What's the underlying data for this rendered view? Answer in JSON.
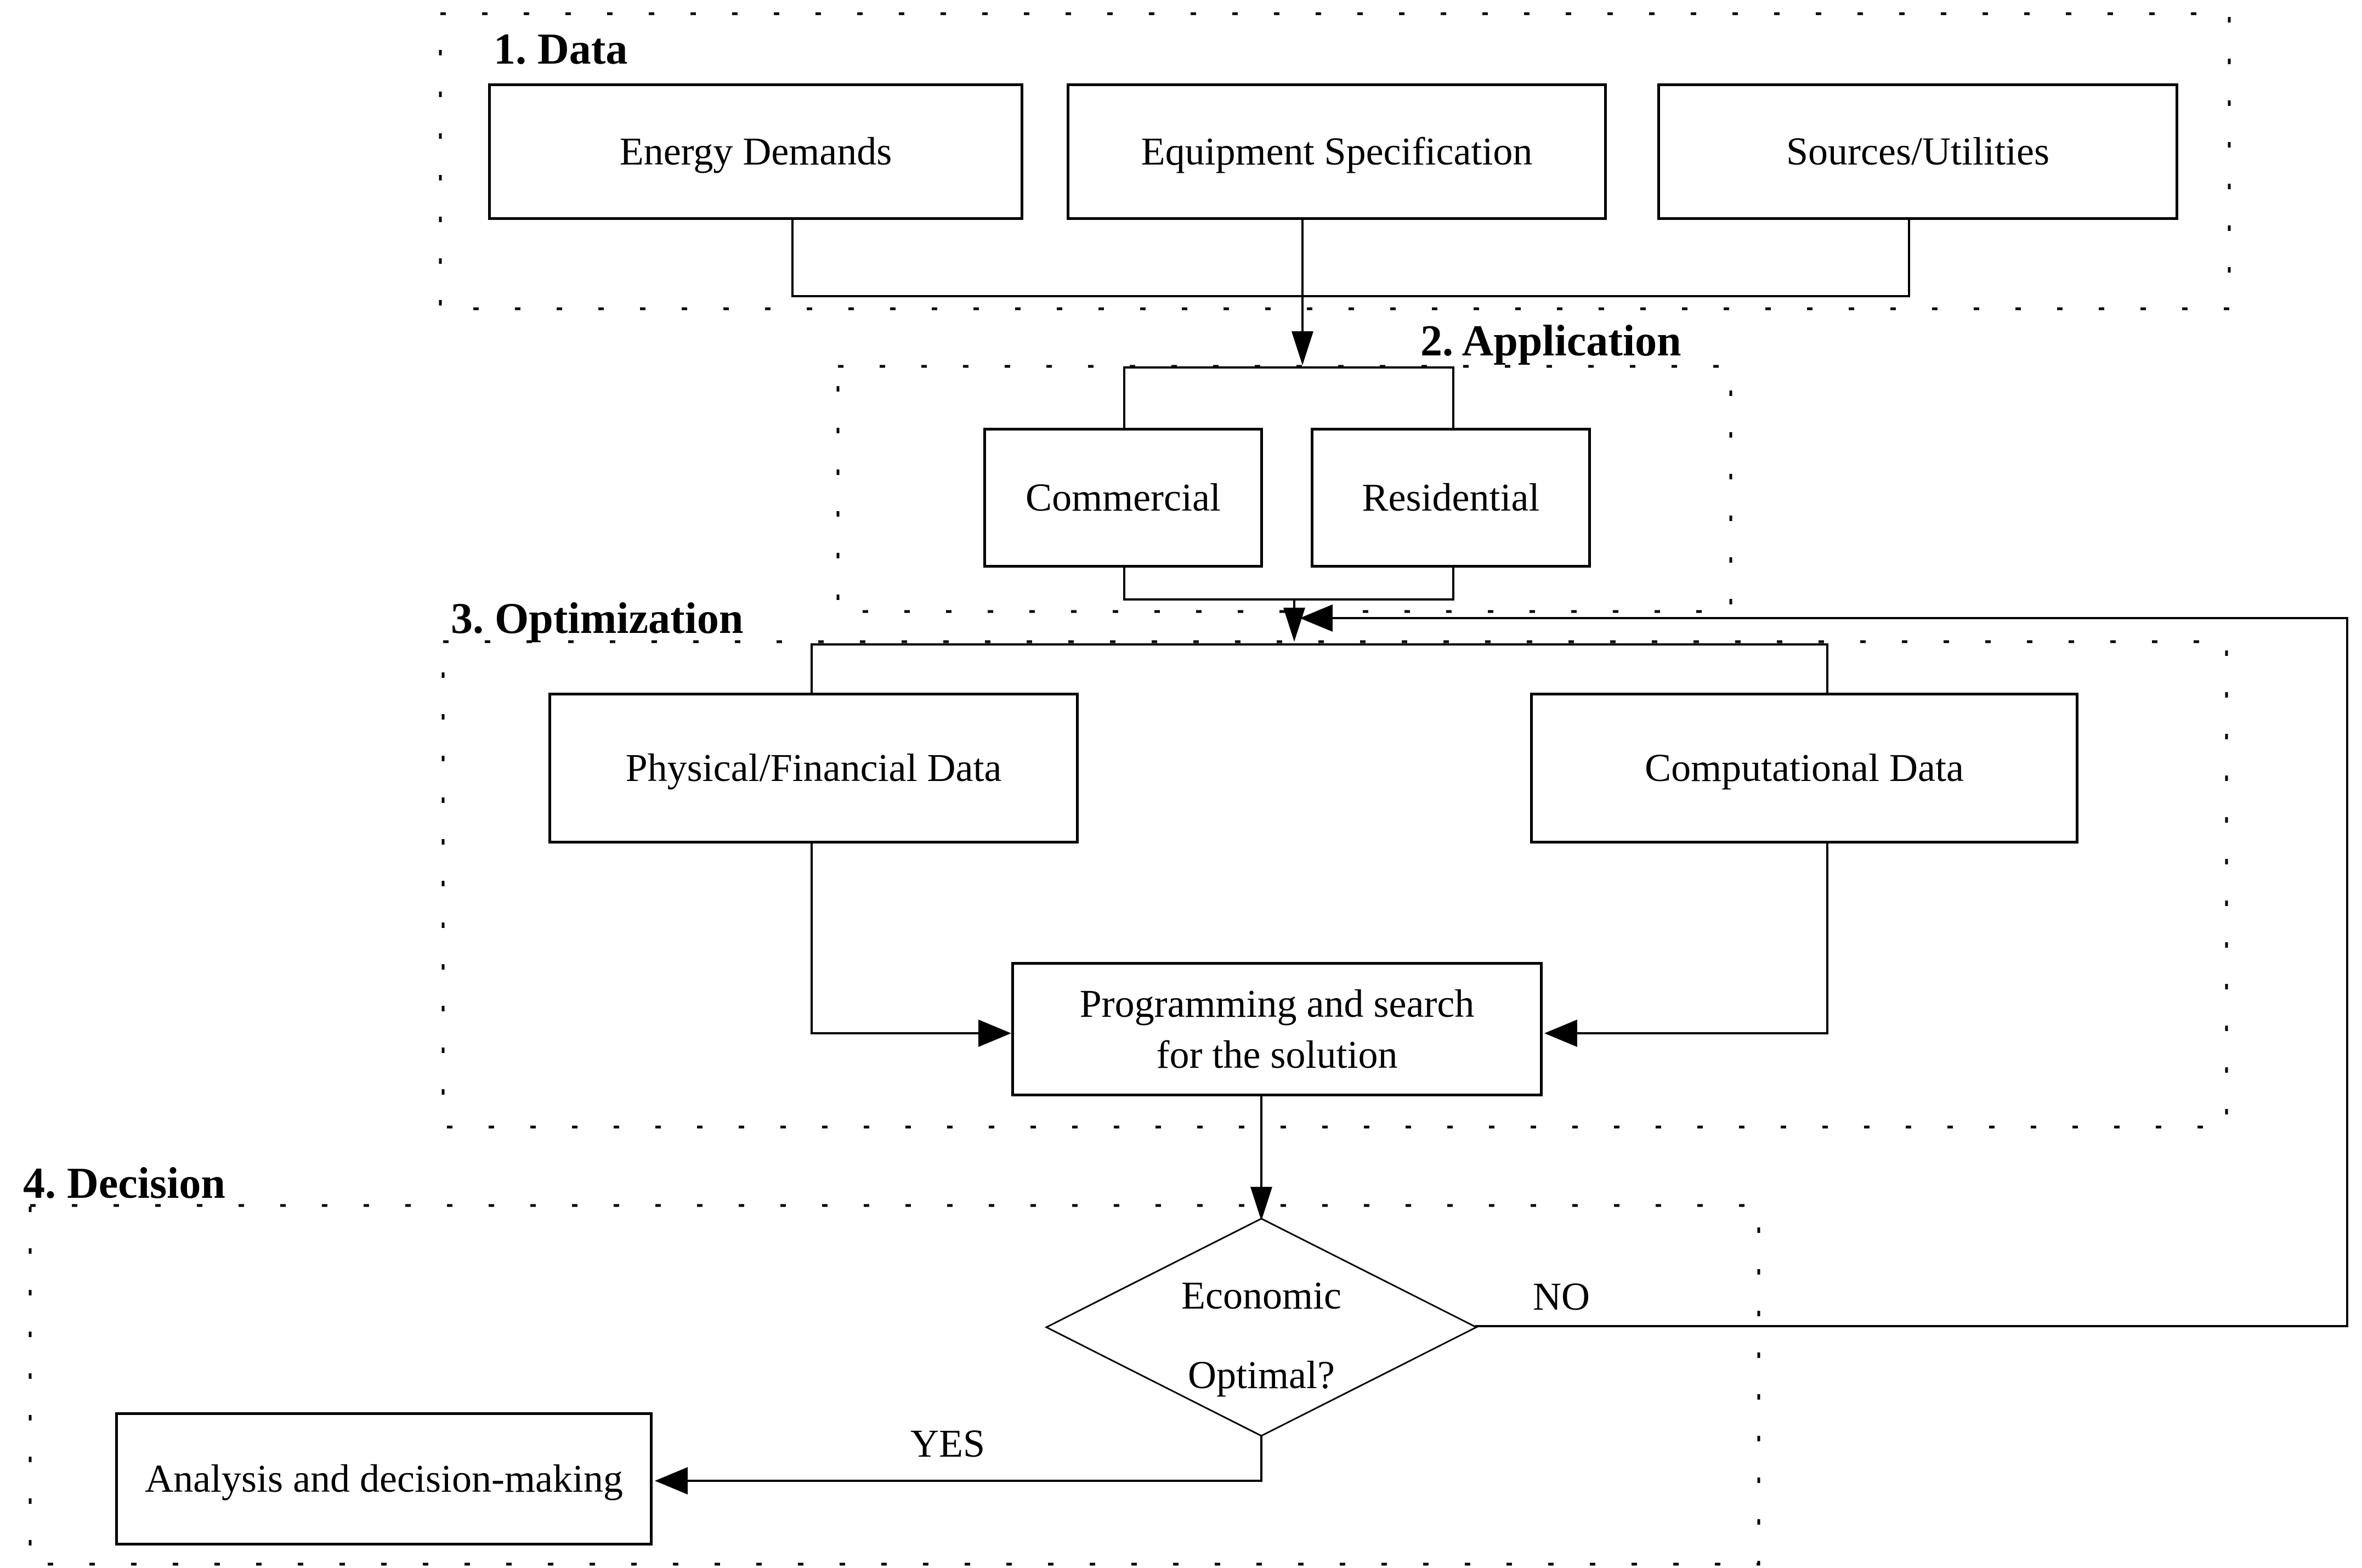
{
  "sections": [
    {
      "label": "1.  Data"
    },
    {
      "label": "2. Application"
    },
    {
      "label": "3. Optimization"
    },
    {
      "label": "4. Decision"
    }
  ],
  "nodes": {
    "energy": "Energy Demands",
    "equipment": "Equipment Specification",
    "sources": "Sources/Utilities",
    "commercial": "Commercial",
    "residential": "Residential",
    "physical": "Physical/Financial Data",
    "computational": "Computational Data",
    "programming": {
      "line1": "Programming and search",
      "line2": "for the solution"
    },
    "decision": {
      "line1": "Economic",
      "line2": "Optimal?"
    },
    "analysis": "Analysis and decision-making"
  },
  "edge_labels": {
    "no": "NO",
    "yes": "YES"
  },
  "colors": {
    "line": "#000000",
    "background": "#ffffff",
    "text": "#000000"
  }
}
